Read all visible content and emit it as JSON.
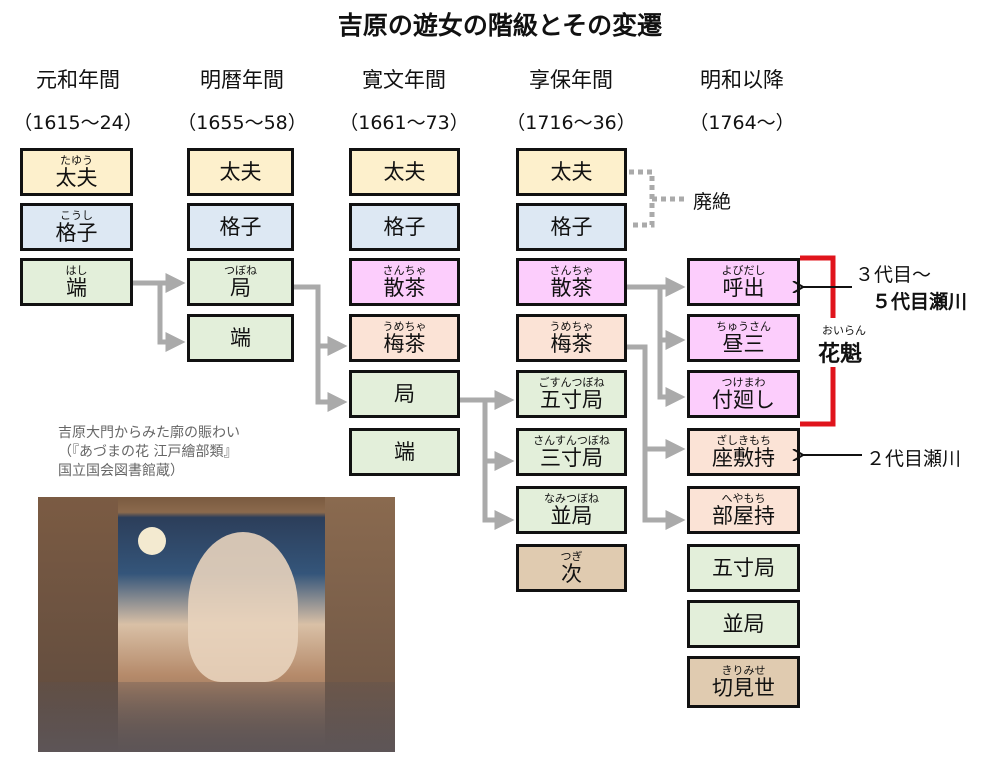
{
  "title": "吉原の遊女の階級とその変遷",
  "columns": [
    {
      "era": "元和年間",
      "years": "（1615～24）",
      "boxes": [
        {
          "ruby": "たゆう",
          "name": "太夫",
          "color": "yellow"
        },
        {
          "ruby": "こうし",
          "name": "格子",
          "color": "blue"
        },
        {
          "ruby": "はし",
          "name": "端",
          "color": "green"
        }
      ]
    },
    {
      "era": "明暦年間",
      "years": "（1655～58）",
      "boxes": [
        {
          "ruby": "",
          "name": "太夫",
          "color": "yellow"
        },
        {
          "ruby": "",
          "name": "格子",
          "color": "blue"
        },
        {
          "ruby": "つぼね",
          "name": "局",
          "color": "green"
        },
        {
          "ruby": "",
          "name": "端",
          "color": "green"
        }
      ]
    },
    {
      "era": "寛文年間",
      "years": "（1661～73）",
      "boxes": [
        {
          "ruby": "",
          "name": "太夫",
          "color": "yellow"
        },
        {
          "ruby": "",
          "name": "格子",
          "color": "blue"
        },
        {
          "ruby": "さんちゃ",
          "name": "散茶",
          "color": "pink"
        },
        {
          "ruby": "うめちゃ",
          "name": "梅茶",
          "color": "peach"
        },
        {
          "ruby": "",
          "name": "局",
          "color": "green"
        },
        {
          "ruby": "",
          "name": "端",
          "color": "green"
        }
      ]
    },
    {
      "era": "享保年間",
      "years": "（1716～36）",
      "boxes": [
        {
          "ruby": "",
          "name": "太夫",
          "color": "yellow"
        },
        {
          "ruby": "",
          "name": "格子",
          "color": "blue"
        },
        {
          "ruby": "さんちゃ",
          "name": "散茶",
          "color": "pink"
        },
        {
          "ruby": "うめちゃ",
          "name": "梅茶",
          "color": "peach"
        },
        {
          "ruby": "ごすんつぼね",
          "name": "五寸局",
          "color": "green"
        },
        {
          "ruby": "さんすんつぼね",
          "name": "三寸局",
          "color": "green"
        },
        {
          "ruby": "なみつぼね",
          "name": "並局",
          "color": "green"
        },
        {
          "ruby": "つぎ",
          "name": "次",
          "color": "tan"
        }
      ]
    },
    {
      "era": "明和以降",
      "years": "（1764～）",
      "boxes": [
        {
          "ruby": "よびだし",
          "name": "呼出",
          "color": "pink"
        },
        {
          "ruby": "ちゅうさん",
          "name": "昼三",
          "color": "pink"
        },
        {
          "ruby": "つけまわ",
          "name": "付廻し",
          "color": "pink"
        },
        {
          "ruby": "ざしきもち",
          "name": "座敷持",
          "color": "peach"
        },
        {
          "ruby": "へやもち",
          "name": "部屋持",
          "color": "peach"
        },
        {
          "ruby": "",
          "name": "五寸局",
          "color": "green"
        },
        {
          "ruby": "",
          "name": "並局",
          "color": "green"
        },
        {
          "ruby": "きりみせ",
          "name": "切見世",
          "color": "tan"
        }
      ]
    }
  ],
  "annotations": {
    "abolished": "廃絶",
    "oiran_ruby": "おいらん",
    "oiran": "花魁",
    "segawa_3_line1": "３代目～",
    "segawa_3_line2": "５代目瀬川",
    "segawa_2": "２代目瀬川"
  },
  "caption": {
    "line1": "吉原大門からみた廓の賑わい",
    "line2": "（『あづまの花 江戸繪部類』",
    "line3": "国立国会図書館蔵）"
  },
  "colors": {
    "yellow": "#fdf0cc",
    "blue": "#dde8f3",
    "green": "#e3efda",
    "pink": "#fccdfc",
    "peach": "#fbe3d6",
    "tan": "#e0cbb0",
    "bracket": "#e0141c",
    "arrow": "#aaaaaa"
  }
}
